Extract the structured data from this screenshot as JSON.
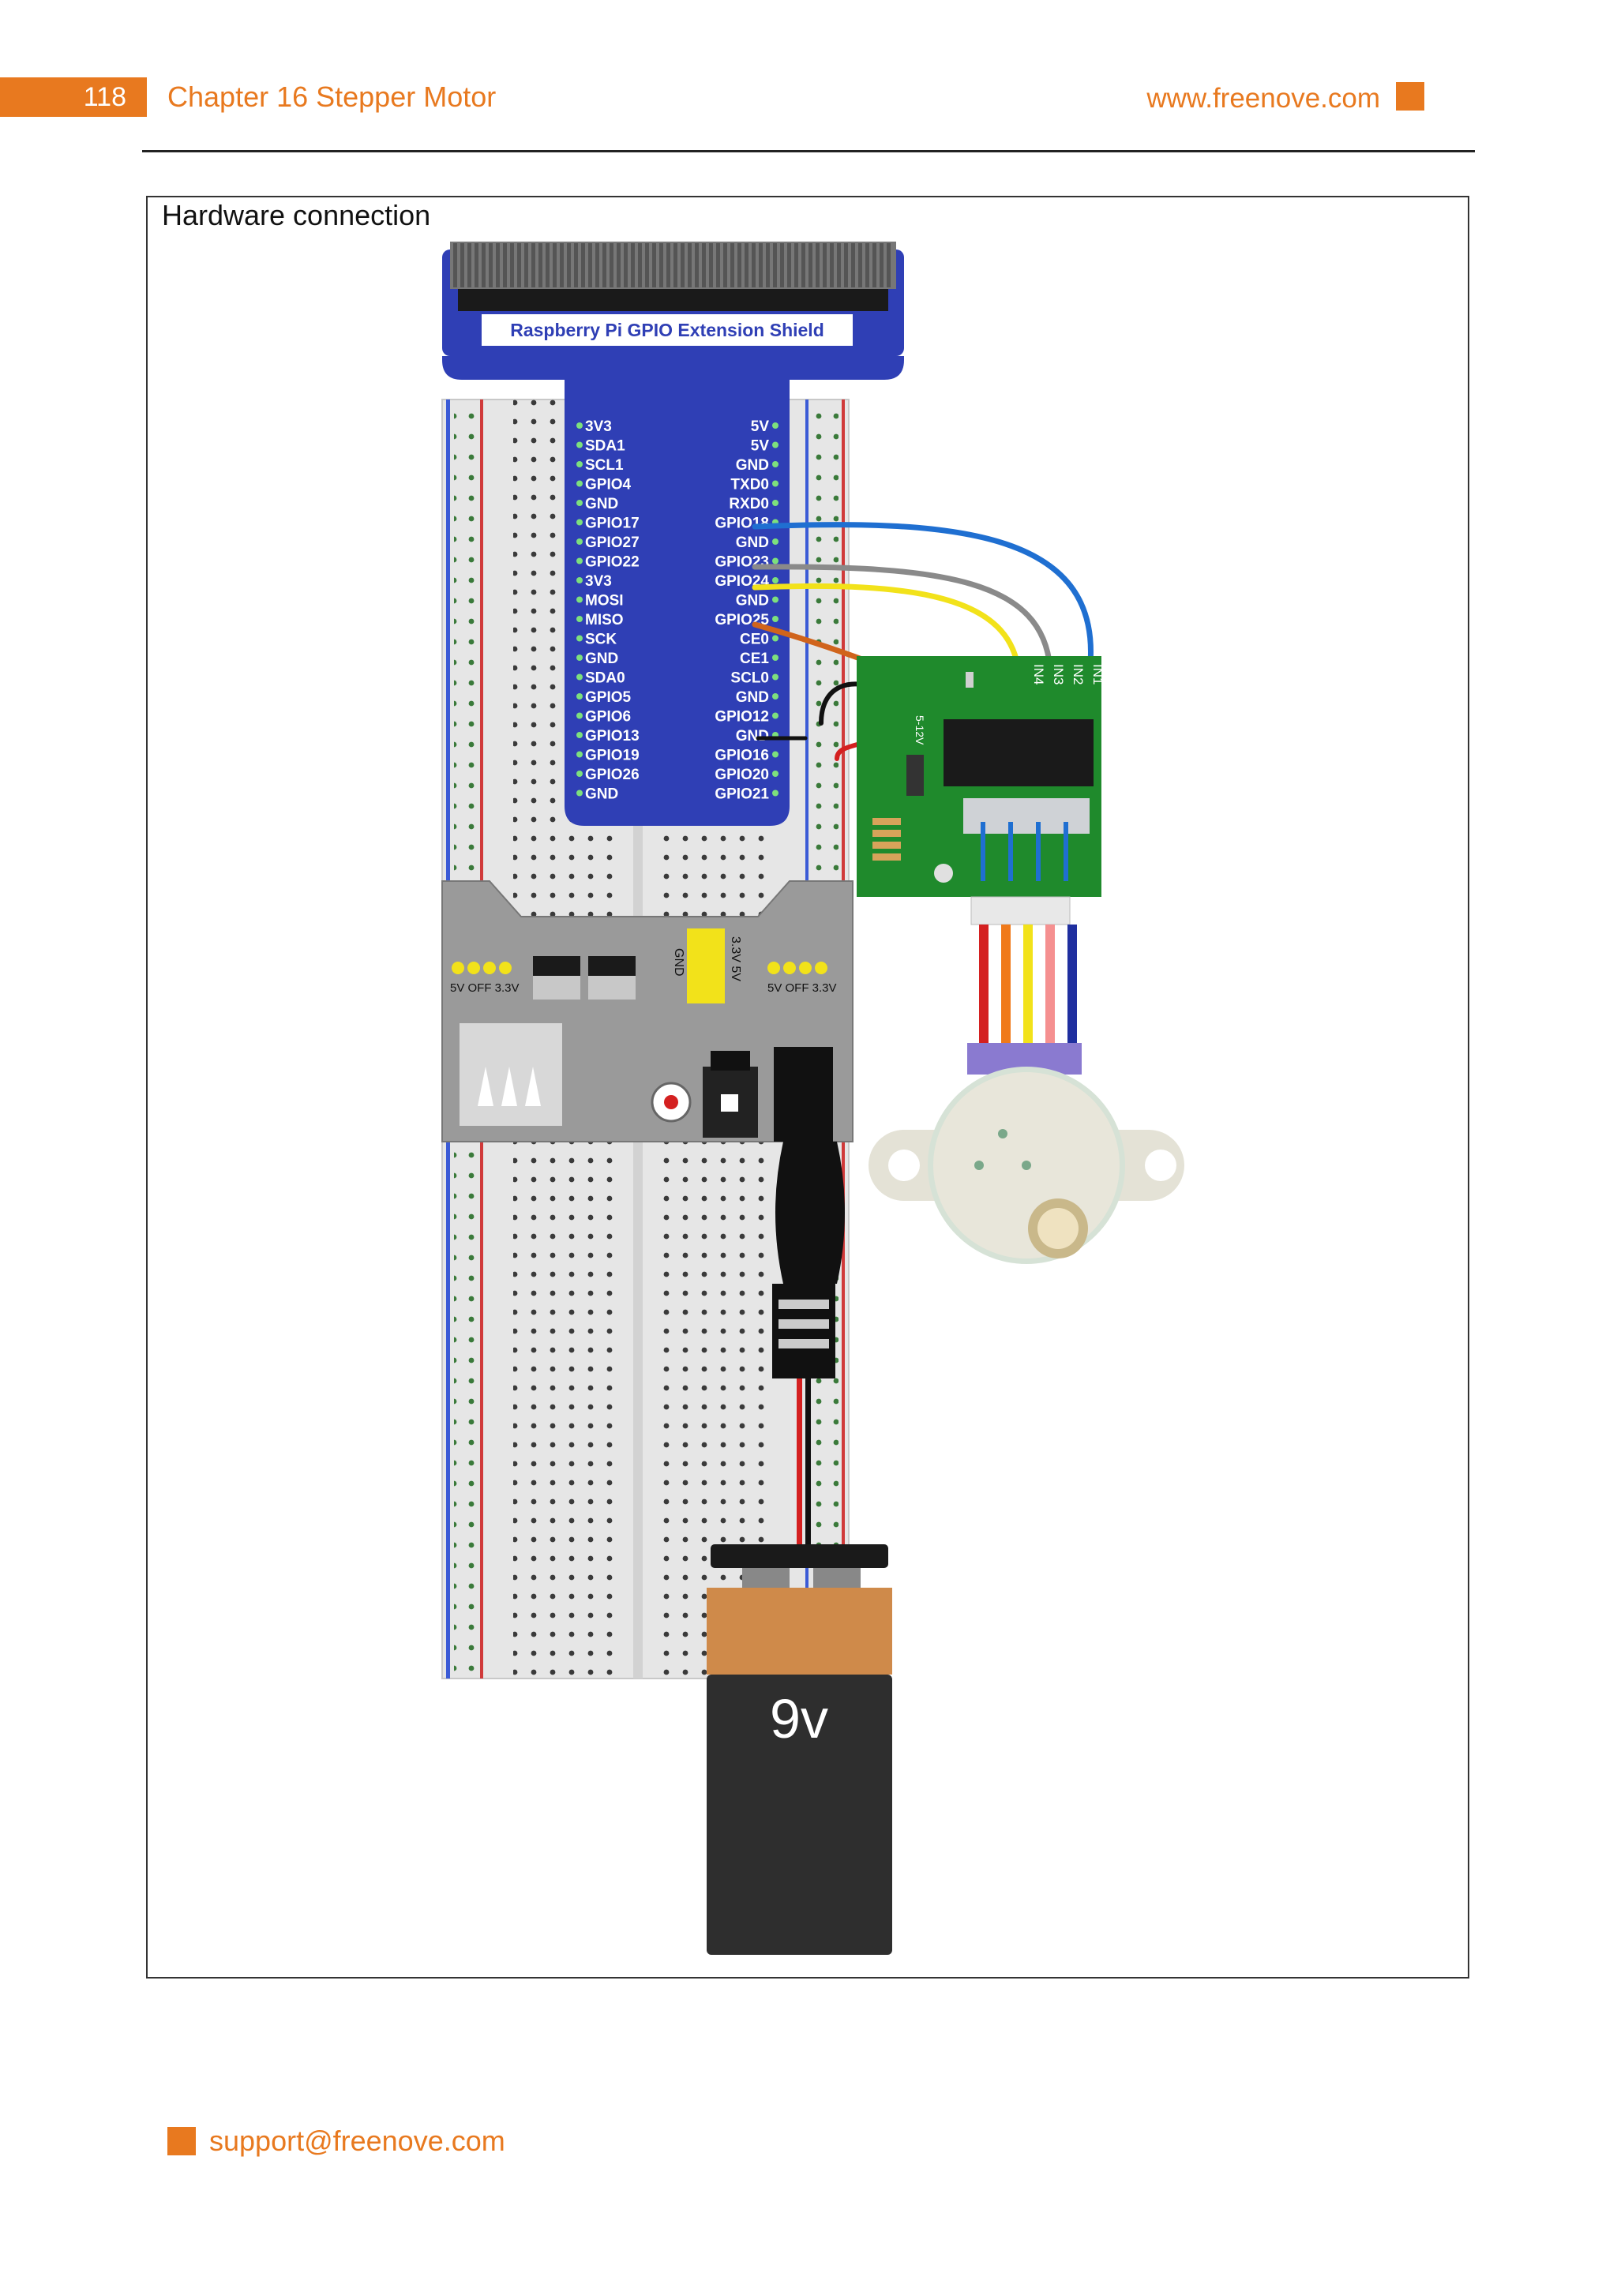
{
  "header": {
    "page_number": "118",
    "chapter": "Chapter 16 Stepper Motor",
    "website": "www.freenove.com"
  },
  "figure": {
    "caption": "Hardware connection",
    "shield_label": "Raspberry Pi GPIO Extension Shield",
    "gpio_left": [
      "3V3",
      "SDA1",
      "SCL1",
      "GPIO4",
      "GND",
      "GPIO17",
      "GPIO27",
      "GPIO22",
      "3V3",
      "MOSI",
      "MISO",
      "SCK",
      "GND",
      "SDA0",
      "GPIO5",
      "GPIO6",
      "GPIO13",
      "GPIO19",
      "GPIO26",
      "GND"
    ],
    "gpio_right": [
      "5V",
      "5V",
      "GND",
      "TXD0",
      "RXD0",
      "GPIO18",
      "GND",
      "GPIO23",
      "GPIO24",
      "GND",
      "GPIO25",
      "CE0",
      "CE1",
      "SCL0",
      "GND",
      "GPIO12",
      "GND",
      "GPIO16",
      "GPIO20",
      "GPIO21"
    ],
    "driver_inputs": [
      "IN1",
      "IN2",
      "IN3",
      "IN4"
    ],
    "driver_voltage": "5-12V",
    "power_module_left": "5V OFF 3.3V",
    "power_module_right": "5V OFF 3.3V",
    "power_pins": "3.3V 5V",
    "power_gnd": "GND",
    "battery_label": "9v",
    "wire_colors": {
      "blue": "#1f6fd1",
      "gray": "#8a8a8a",
      "yellow": "#f2e21a",
      "orange": "#d0641c",
      "red": "#d42020",
      "black": "#111111"
    }
  },
  "footer": {
    "email": "support@freenove.com"
  },
  "colors": {
    "accent": "#e8791f",
    "shield": "#2f3fb5",
    "pcb": "#1f8a2c"
  }
}
